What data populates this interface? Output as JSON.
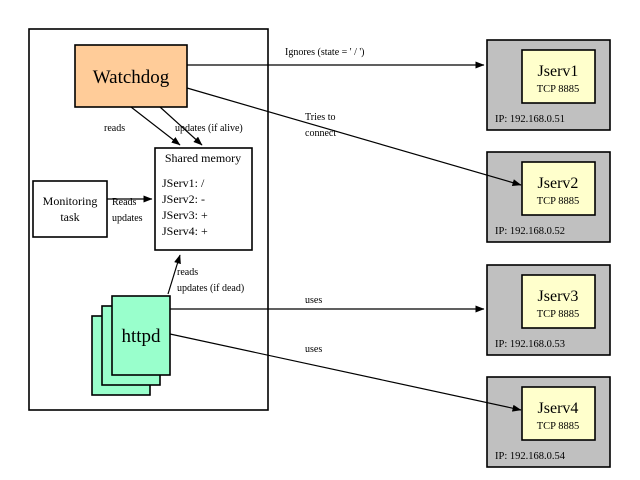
{
  "diagram": {
    "title": "Watchdog / shared memory / httpd to Jserv servers architecture",
    "colors": {
      "watchdog_fill": "#ffcc99",
      "httpd_fill": "#99ffcc",
      "server_outer_fill": "#c0c0c0",
      "server_inner_fill": "#ffffcc",
      "stroke": "#000000",
      "background": "#ffffff"
    },
    "container": {
      "label": ""
    },
    "nodes": {
      "watchdog": {
        "label": "Watchdog"
      },
      "shared_memory": {
        "title": "Shared memory",
        "entries": [
          "JServ1: /",
          "JServ2: -",
          "JServ3: +",
          "JServ4: +"
        ]
      },
      "monitoring_task": {
        "line1": "Monitoring",
        "line2": "task"
      },
      "httpd": {
        "label": "httpd"
      }
    },
    "servers": [
      {
        "name": "Jserv1",
        "port": "TCP 8885",
        "ip": "IP: 192.168.0.51"
      },
      {
        "name": "Jserv2",
        "port": "TCP 8885",
        "ip": "IP: 192.168.0.52"
      },
      {
        "name": "Jserv3",
        "port": "TCP 8885",
        "ip": "IP: 192.168.0.53"
      },
      {
        "name": "Jserv4",
        "port": "TCP 8885",
        "ip": "IP: 192.168.0.54"
      }
    ],
    "edge_labels": {
      "ignores": "Ignores (state = ' / ')",
      "tries_line1": "Tries to",
      "tries_line2": "connect",
      "reads": "reads",
      "updates_if_alive": "updates (if alive)",
      "reads_2": "reads",
      "updates_if_dead": "updates (if dead)",
      "reads_updates_line1": "Reads",
      "reads_updates_line2": "updates",
      "uses_1": "uses",
      "uses_2": "uses"
    }
  }
}
